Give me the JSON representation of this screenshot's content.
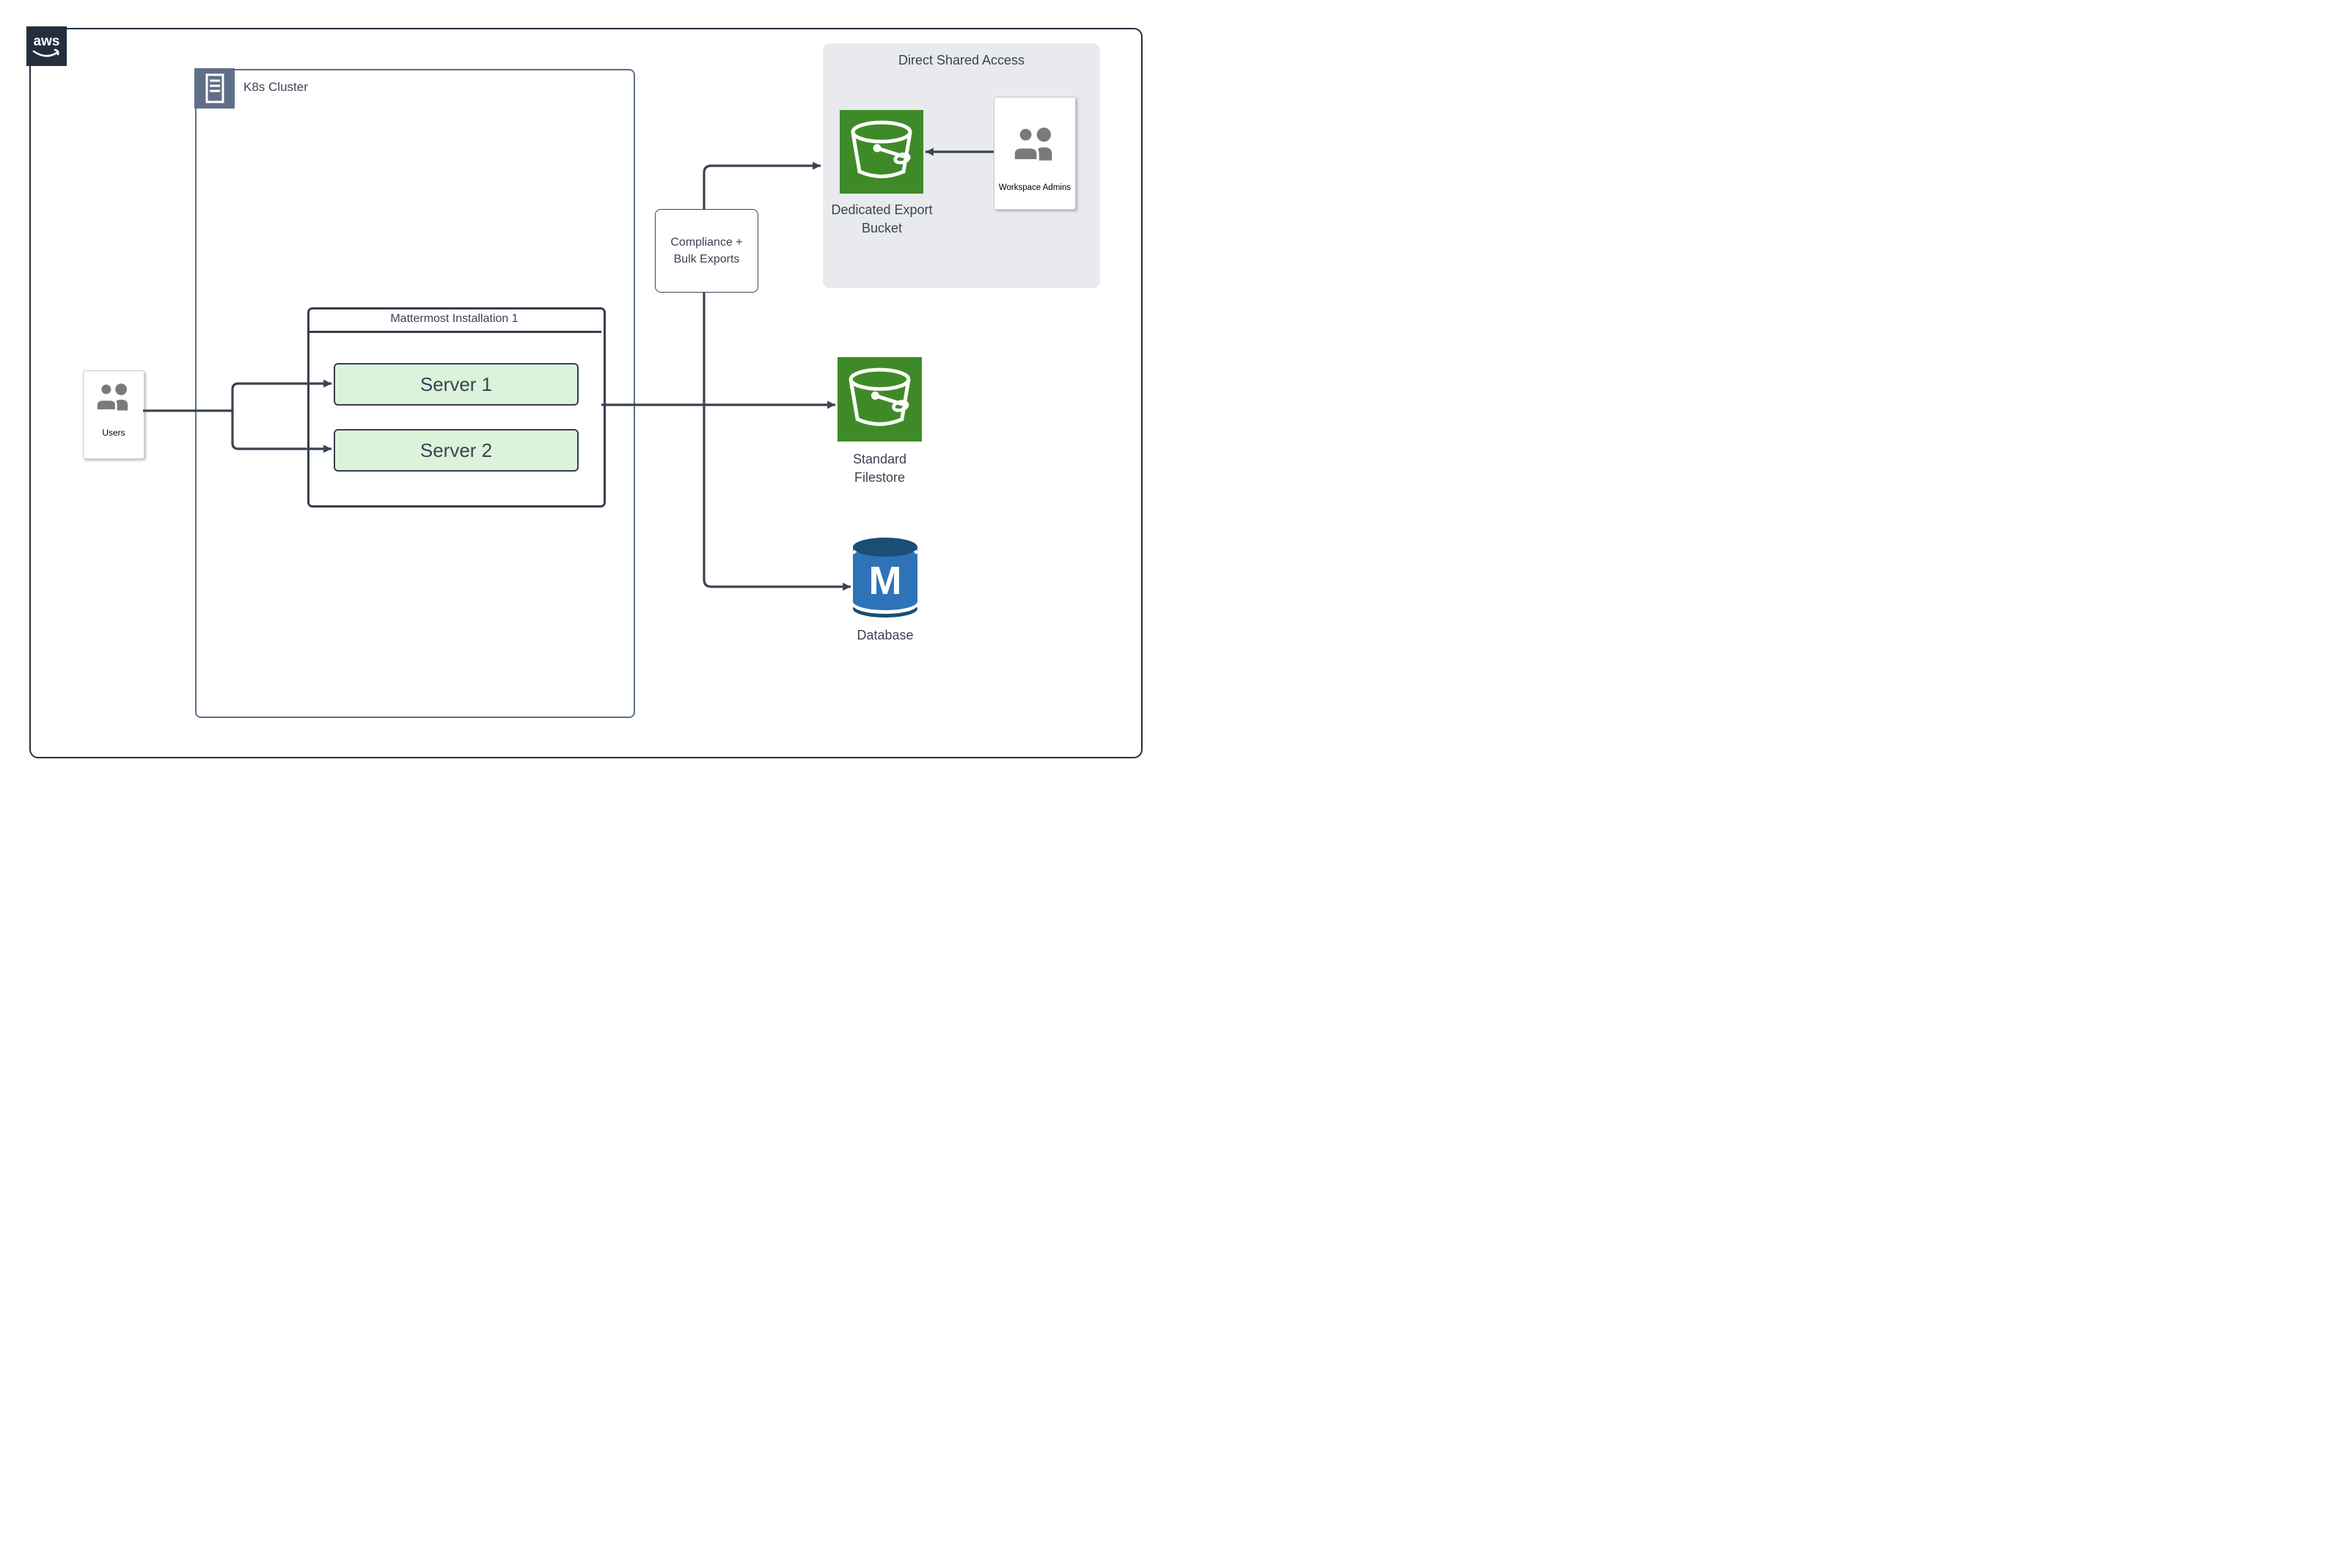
{
  "aws_logo": {
    "text": "aws"
  },
  "k8s_cluster": {
    "label": "K8s Cluster"
  },
  "users": {
    "label": "Users"
  },
  "mattermost": {
    "title": "Mattermost Installation 1",
    "servers": [
      {
        "label": "Server 1"
      },
      {
        "label": "Server 2"
      }
    ]
  },
  "compliance": {
    "line1": "Compliance +",
    "line2": "Bulk Exports"
  },
  "direct_shared_access": {
    "title": "Direct Shared Access",
    "dedicated_bucket": {
      "line1": "Dedicated Export",
      "line2": "Bucket"
    },
    "workspace_admins": {
      "label": "Workspace Admins"
    }
  },
  "standard_filestore": {
    "line1": "Standard",
    "line2": "Filestore"
  },
  "database": {
    "label": "Database",
    "letter": "M"
  },
  "colors": {
    "aws_navy": "#232F3E",
    "k8s_slate": "#5F6F87",
    "connector": "#3B4351",
    "server_fill": "#DCF3DB",
    "bucket_green": "#3F8A28",
    "db_blue": "#2E73B8",
    "db_dark": "#1A4E74",
    "panel_gray": "#E9EAEE",
    "person_gray": "#7A7A7A"
  }
}
